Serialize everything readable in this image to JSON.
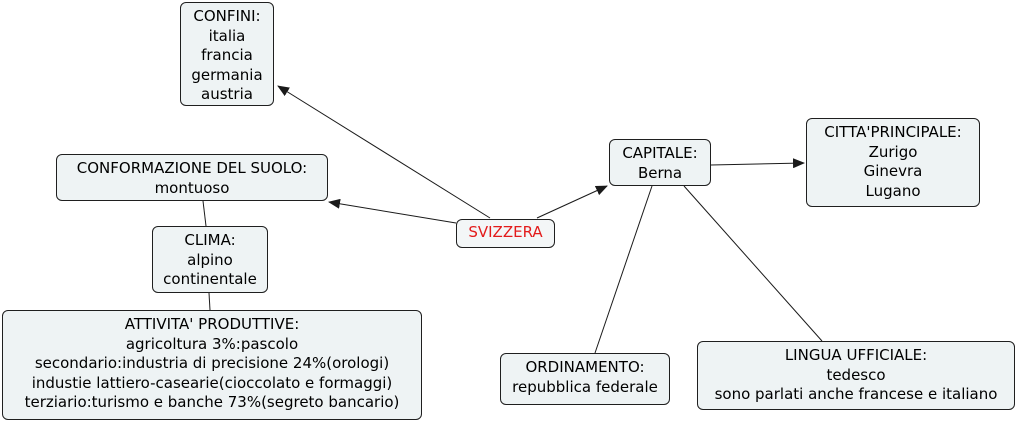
{
  "map": {
    "root": {
      "label": "SVIZZERA"
    },
    "confini": {
      "title": "CONFINI:",
      "items": [
        "italia",
        "francia",
        "germania",
        "austria"
      ]
    },
    "suolo": {
      "title": "CONFORMAZIONE DEL SUOLO:",
      "items": [
        "montuoso"
      ]
    },
    "clima": {
      "title": "CLIMA:",
      "items": [
        "alpino",
        "continentale"
      ]
    },
    "attivita": {
      "title": "ATTIVITA' PRODUTTIVE:",
      "items": [
        "agricoltura 3%:pascolo",
        "secondario:industria di precisione 24%(orologi)",
        "industie lattiero-casearie(cioccolato e formaggi)",
        "terziario:turismo e banche 73%(segreto bancario)"
      ]
    },
    "capitale": {
      "title": "CAPITALE:",
      "items": [
        "Berna"
      ]
    },
    "citta": {
      "title": "CITTA'PRINCIPALE:",
      "items": [
        "Zurigo",
        "Ginevra",
        "Lugano"
      ]
    },
    "ordinamento": {
      "title": "ORDINAMENTO:",
      "items": [
        "repubblica federale"
      ]
    },
    "lingua": {
      "title": "LINGUA UFFICIALE:",
      "items": [
        "tedesco",
        "sono parlati anche francese e italiano"
      ]
    }
  },
  "colors": {
    "root_text": "#e31b1b",
    "node_fill": "#eef3f4",
    "node_border": "#1f1f1f",
    "link": "#1a1a1a"
  }
}
